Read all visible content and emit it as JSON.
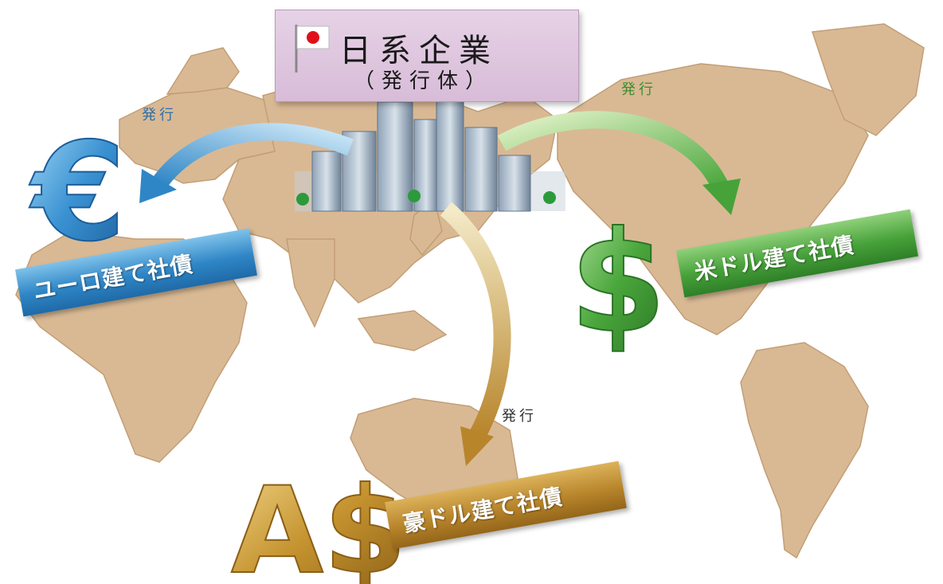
{
  "title": {
    "main": "日系企業",
    "sub": "（発行体）"
  },
  "arrows": {
    "euro_issue_label": "発行",
    "usd_issue_label": "発行",
    "aud_issue_label": "発行"
  },
  "bonds": {
    "euro": {
      "label": "ユーロ建て社債",
      "symbol": "€",
      "color": "#2f86c6"
    },
    "usd": {
      "label": "米ドル建て社債",
      "symbol": "$",
      "color": "#47a23a"
    },
    "aud": {
      "label": "豪ドル建て社債",
      "symbol": "A$",
      "color": "#b8852b"
    }
  },
  "icons": [
    "japan-flag-icon",
    "office-buildings-icon",
    "euro-symbol-icon",
    "dollar-symbol-icon",
    "australian-dollar-symbol-icon",
    "world-map-icon"
  ]
}
